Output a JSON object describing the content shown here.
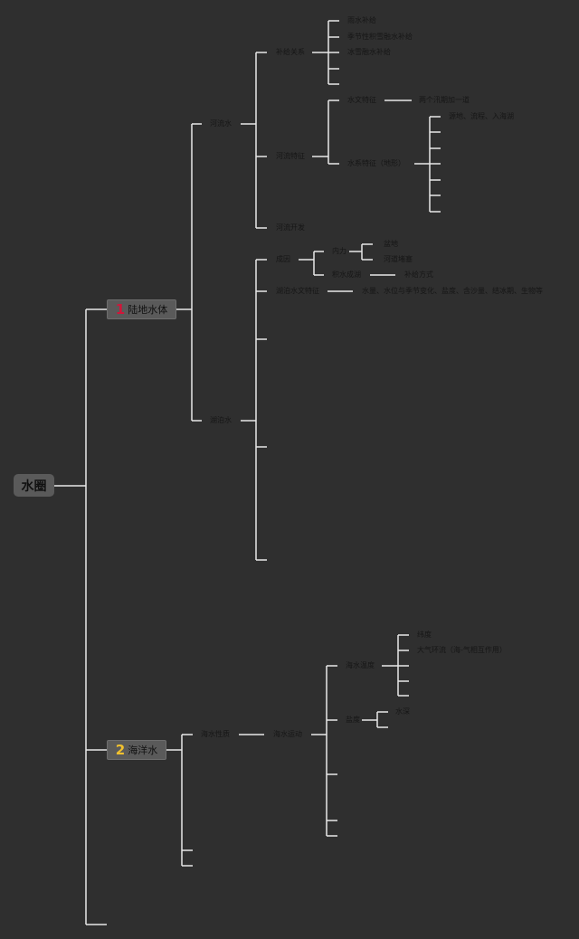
{
  "root": "水圈",
  "land": {
    "badge": "1",
    "badge_color": "#d0163a",
    "label": "陆地水体",
    "river": {
      "label": "河流水",
      "supply": {
        "label": "补给关系",
        "items": [
          "雨水补给",
          "季节性积雪融水补给",
          "冰雪融水补给"
        ]
      },
      "features": {
        "label": "河流特征",
        "hydro": {
          "label": "水文特征",
          "note": "两个汛期加一道"
        },
        "system": {
          "label": "水系特征（地形）",
          "note": "源地、流程、入海湖"
        }
      },
      "dev": "河流开发"
    },
    "lake": {
      "label": "湖泊水",
      "origin": {
        "label": "成因",
        "inner": {
          "label": "内力",
          "items": [
            "盆地",
            "河道堵塞"
          ]
        },
        "accum": {
          "label": "积水成湖",
          "note": "补给方式"
        }
      },
      "hydro": {
        "label": "湖泊水文特征",
        "note": "水量、水位与季节变化、盐度、含沙量、结冰期、生物等"
      }
    }
  },
  "ocean": {
    "badge": "2",
    "badge_color": "#f2c12e",
    "label": "海洋水",
    "prop": {
      "label": "海水性质",
      "child": "海水运动",
      "temp": {
        "label": "海水温度",
        "items": [
          "纬度",
          "大气环流（海-气相互作用）"
        ]
      },
      "salinity": {
        "label": "盐度",
        "items": [
          "水深"
        ]
      }
    }
  }
}
